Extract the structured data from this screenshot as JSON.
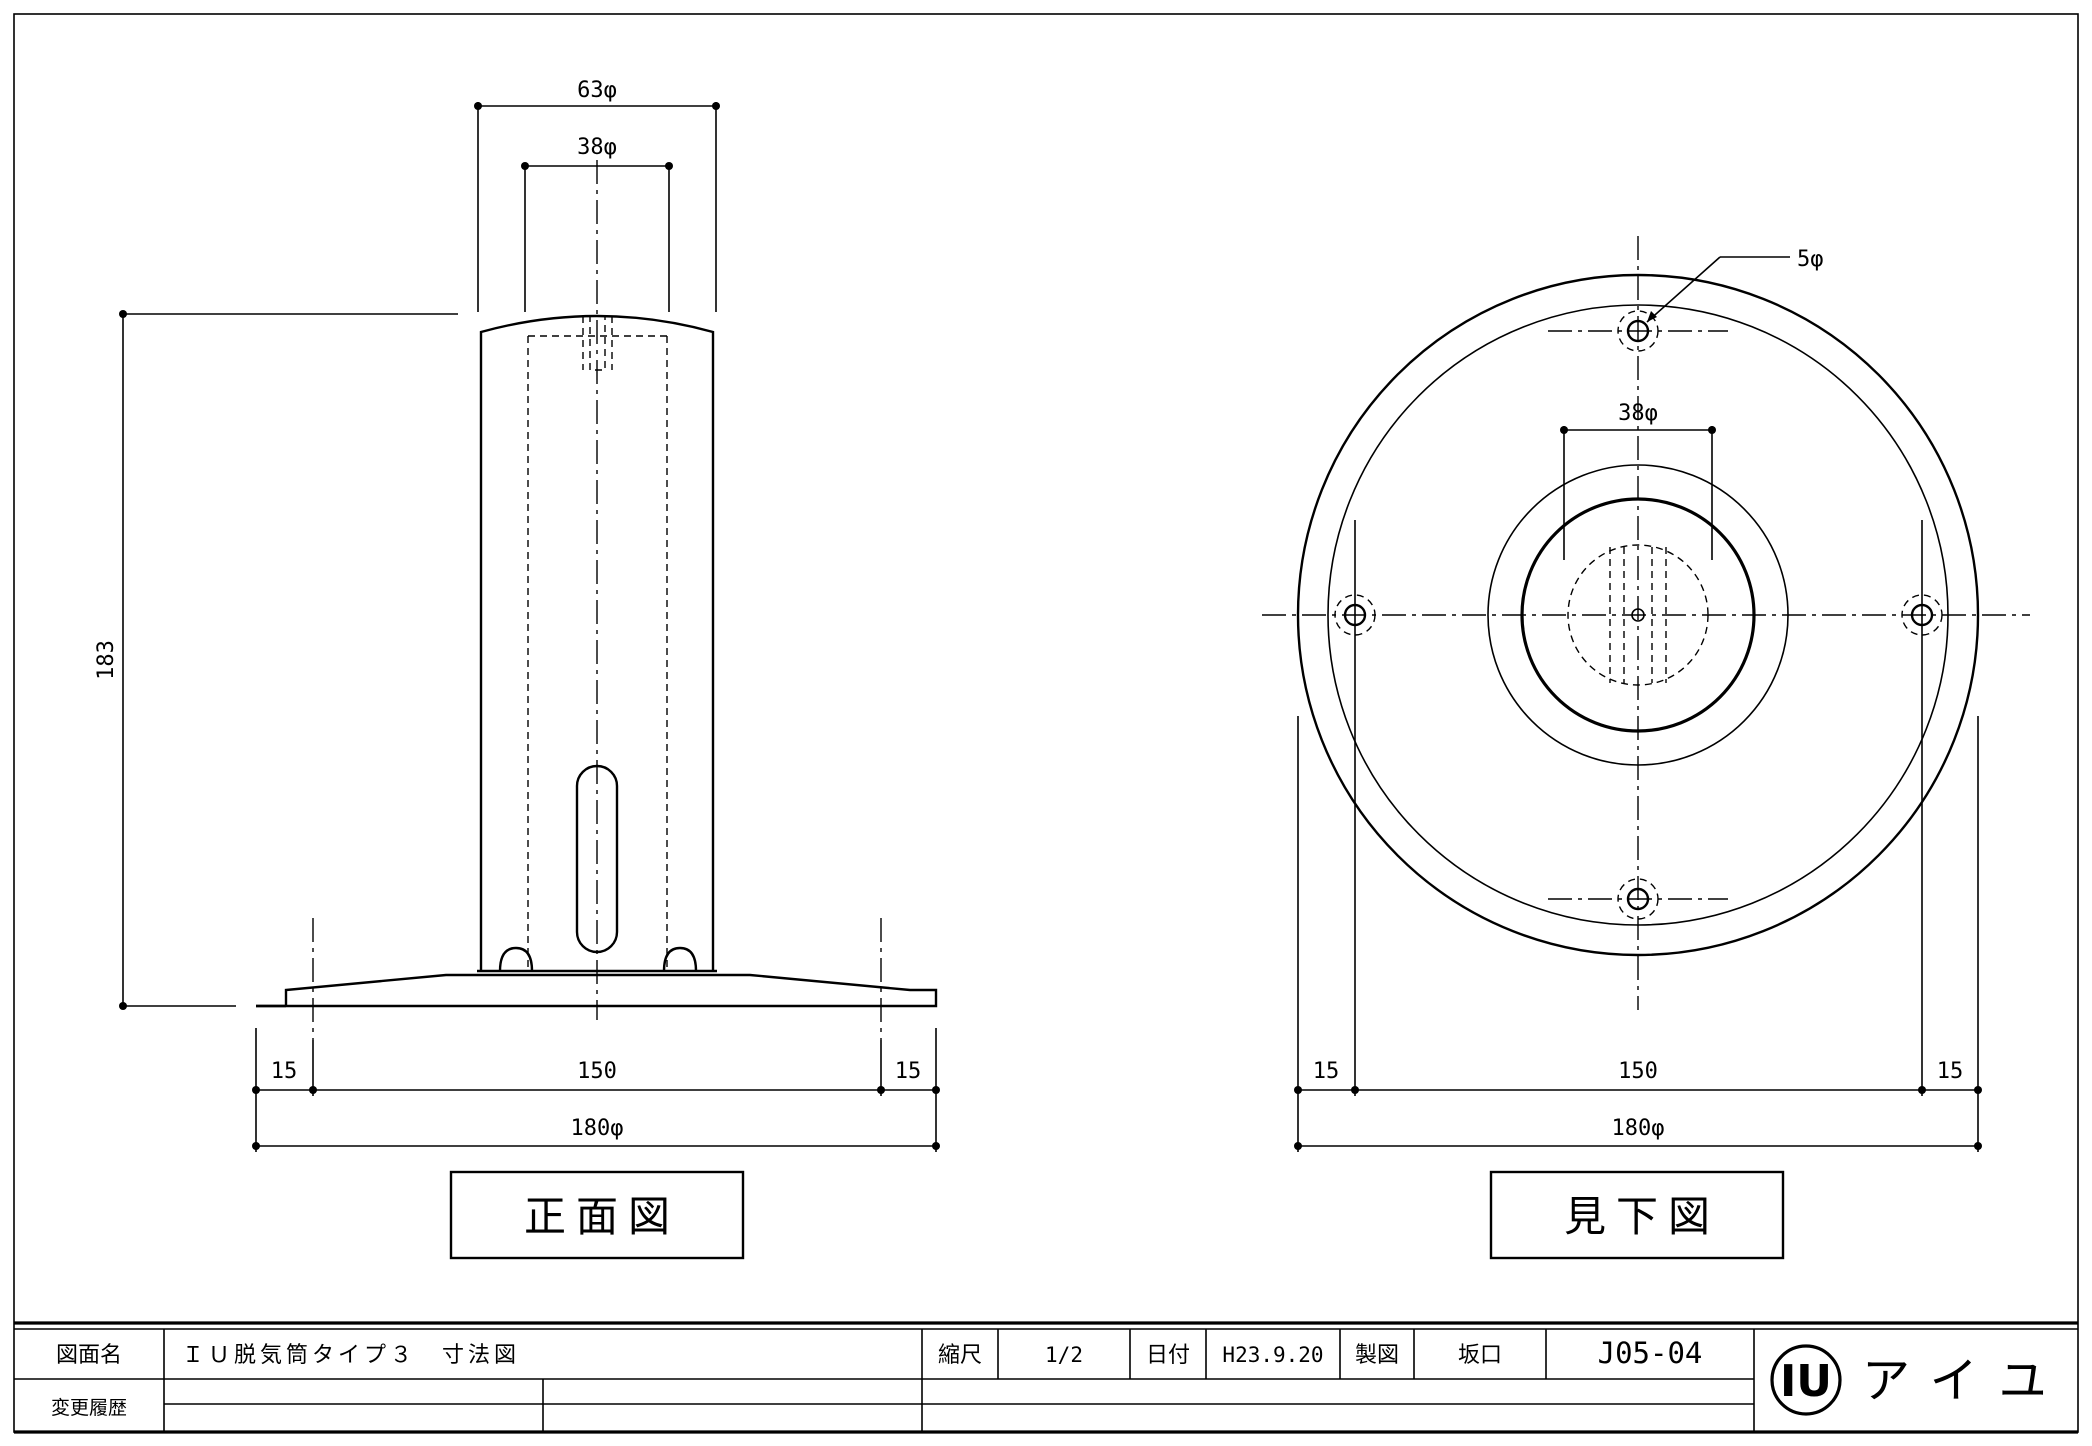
{
  "front_view": {
    "label": "正面図",
    "dims": {
      "outer_dia": "63φ",
      "inner_dia": "38φ",
      "height": "183",
      "left_margin": "15",
      "hole_span": "150",
      "right_margin": "15",
      "base_dia": "180φ"
    }
  },
  "bottom_view": {
    "label": "見下図",
    "dims": {
      "hole_dia": "5φ",
      "inner_dia": "38φ",
      "left_margin": "15",
      "hole_span": "150",
      "right_margin": "15",
      "base_dia": "180φ"
    }
  },
  "title_block": {
    "drawing_name_label": "図面名",
    "drawing_name": "ＩＵ脱気筒タイプ３　寸法図",
    "scale_label": "縮尺",
    "scale": "1/2",
    "date_label": "日付",
    "date": "H23.9.20",
    "drafter_label": "製図",
    "drafter": "坂口",
    "drawing_number": "J05-04",
    "revision_label": "変更履歴",
    "logo_mark": "IU",
    "company": "アイユ"
  }
}
